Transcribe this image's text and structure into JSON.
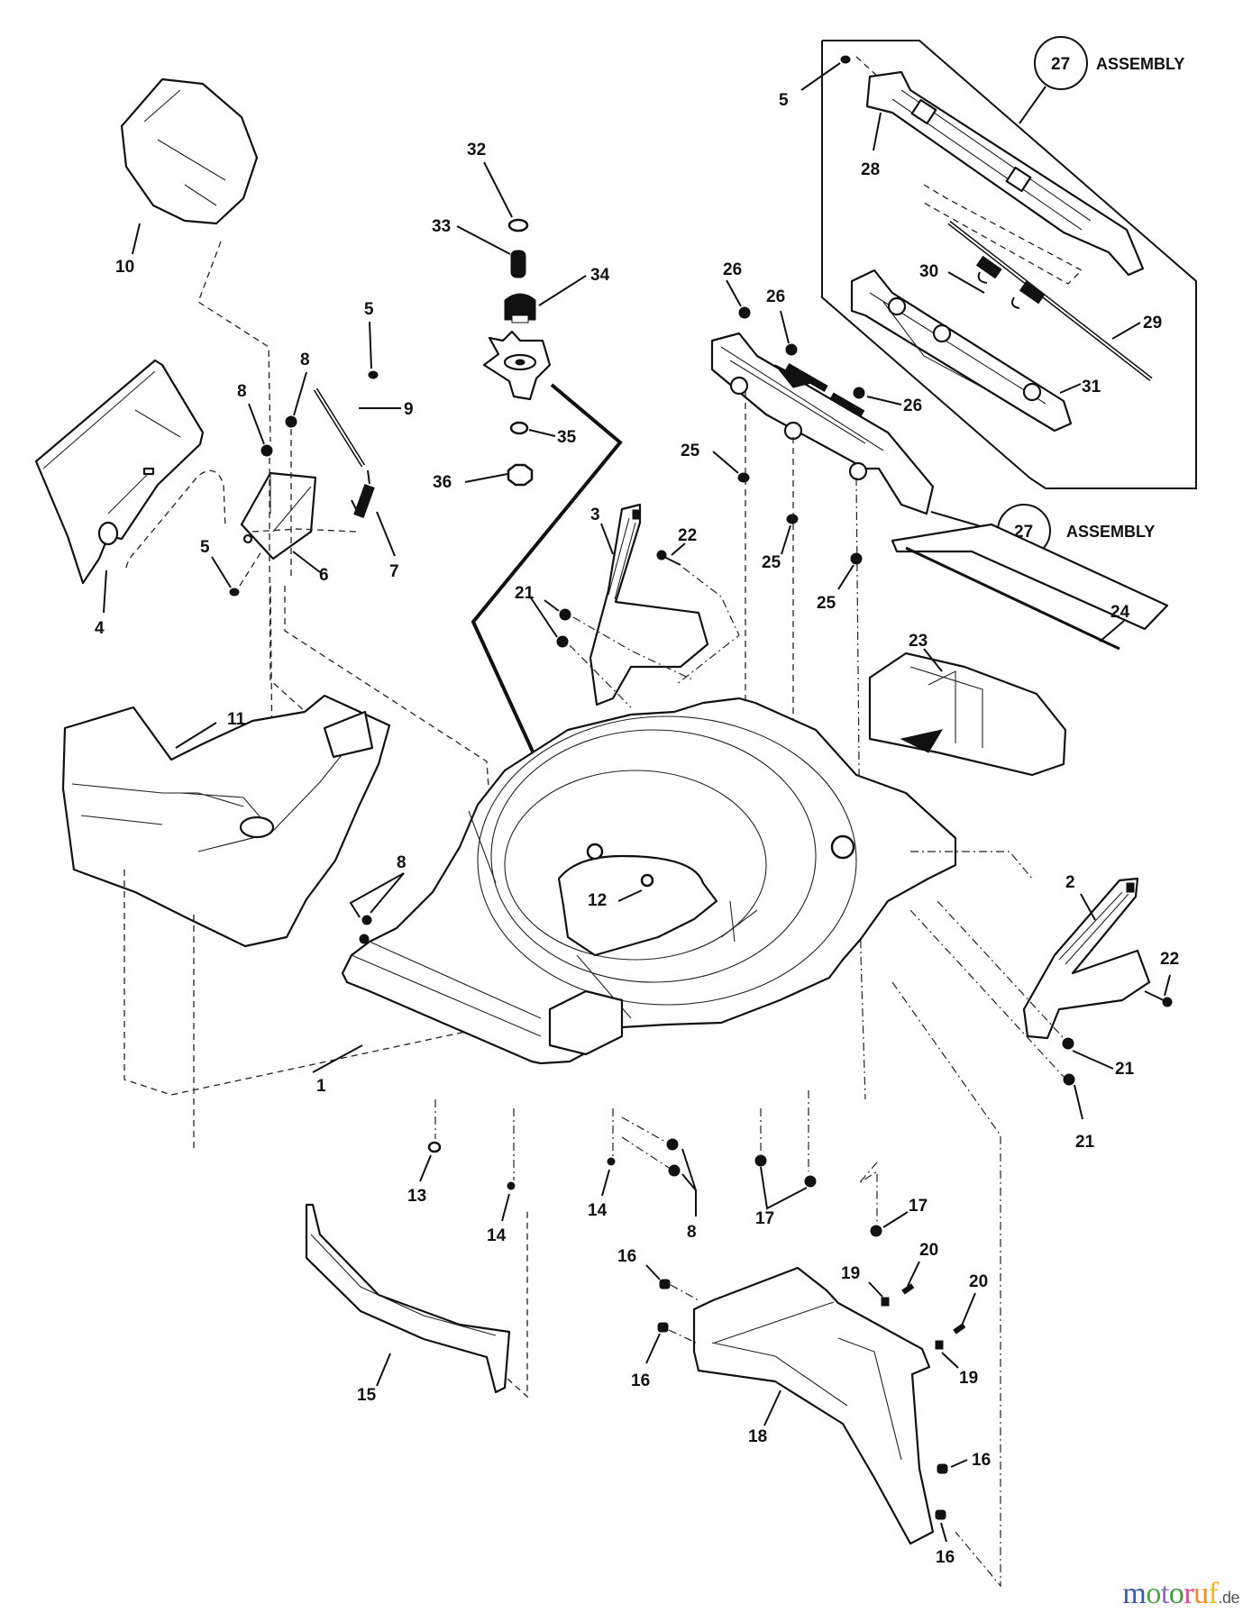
{
  "diagram": {
    "type": "exploded-parts-view",
    "subject": "lawn mower deck assembly",
    "assembly_label": "ASSEMBLY",
    "assembly_callout": "27",
    "callouts": [
      {
        "id": "1"
      },
      {
        "id": "2"
      },
      {
        "id": "3"
      },
      {
        "id": "4"
      },
      {
        "id": "5"
      },
      {
        "id": "6"
      },
      {
        "id": "7"
      },
      {
        "id": "8"
      },
      {
        "id": "9"
      },
      {
        "id": "10"
      },
      {
        "id": "11"
      },
      {
        "id": "12"
      },
      {
        "id": "13"
      },
      {
        "id": "14"
      },
      {
        "id": "15"
      },
      {
        "id": "16"
      },
      {
        "id": "17"
      },
      {
        "id": "18"
      },
      {
        "id": "19"
      },
      {
        "id": "20"
      },
      {
        "id": "21"
      },
      {
        "id": "22"
      },
      {
        "id": "23"
      },
      {
        "id": "24"
      },
      {
        "id": "25"
      },
      {
        "id": "26"
      },
      {
        "id": "27"
      },
      {
        "id": "28"
      },
      {
        "id": "29"
      },
      {
        "id": "30"
      },
      {
        "id": "31"
      },
      {
        "id": "32"
      },
      {
        "id": "33"
      },
      {
        "id": "34"
      },
      {
        "id": "35"
      },
      {
        "id": "36"
      }
    ],
    "labels": {
      "l1": "1",
      "l2": "2",
      "l3": "3",
      "l4": "4",
      "l5a": "5",
      "l5b": "5",
      "l5c": "5",
      "l6": "6",
      "l7": "7",
      "l8a": "8",
      "l8b": "8",
      "l8c": "8",
      "l8d": "8",
      "l9": "9",
      "l10": "10",
      "l11": "11",
      "l12": "12",
      "l13": "13",
      "l14a": "14",
      "l14b": "14",
      "l15": "15",
      "l16a": "16",
      "l16b": "16",
      "l16c": "16",
      "l16d": "16",
      "l17a": "17",
      "l17b": "17",
      "l18": "18",
      "l19a": "19",
      "l19b": "19",
      "l20a": "20",
      "l20b": "20",
      "l21a": "21",
      "l21b": "21",
      "l21c": "21",
      "l22a": "22",
      "l22b": "22",
      "l23": "23",
      "l24": "24",
      "l25a": "25",
      "l25b": "25",
      "l25c": "25",
      "l26a": "26",
      "l26b": "26",
      "l26c": "26",
      "l27a": "27",
      "l27b": "27",
      "l28": "28",
      "l29": "29",
      "l30": "30",
      "l31": "31",
      "l32": "32",
      "l33": "33",
      "l34": "34",
      "l35": "35",
      "l36": "36"
    }
  },
  "watermark": {
    "letters": [
      {
        "ch": "m",
        "color": "#3b5ba8"
      },
      {
        "ch": "o",
        "color": "#4aa648"
      },
      {
        "ch": "t",
        "color": "#8a6bb8"
      },
      {
        "ch": "o",
        "color": "#3a9a3a"
      },
      {
        "ch": "r",
        "color": "#e0458a"
      },
      {
        "ch": "u",
        "color": "#f08a1c"
      },
      {
        "ch": "f",
        "color": "#f0b81c"
      }
    ],
    "tld": ".de"
  }
}
